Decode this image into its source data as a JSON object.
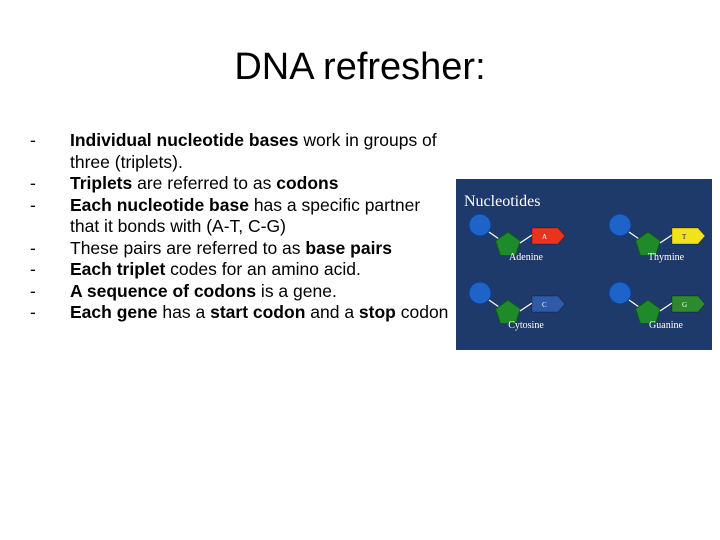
{
  "title": "DNA refresher:",
  "bullet_marker": "-",
  "bullets": [
    {
      "parts": [
        {
          "text": "Individual nucleotide bases",
          "bold": true
        },
        {
          "text": " work in groups of three (triplets).",
          "bold": false
        }
      ]
    },
    {
      "parts": [
        {
          "text": "Triplets",
          "bold": true
        },
        {
          "text": " are referred to as ",
          "bold": false
        },
        {
          "text": "codons",
          "bold": true
        }
      ]
    },
    {
      "parts": [
        {
          "text": "Each nucleotide base",
          "bold": true
        },
        {
          "text": " has a specific partner that it bonds with (A-T, C-G)",
          "bold": false
        }
      ]
    },
    {
      "parts": [
        {
          "text": "These pairs are referred to as ",
          "bold": false
        },
        {
          "text": "base pairs",
          "bold": true
        }
      ]
    },
    {
      "parts": [
        {
          "text": "Each triplet",
          "bold": true
        },
        {
          "text": " codes for an amino acid.",
          "bold": false
        }
      ]
    },
    {
      "parts": [
        {
          "text": "A sequence of codons",
          "bold": true
        },
        {
          "text": " is a gene.",
          "bold": false
        }
      ]
    },
    {
      "parts": [
        {
          "text": "Each gene",
          "bold": true
        },
        {
          "text": " has a ",
          "bold": false
        },
        {
          "text": "start codon",
          "bold": true
        },
        {
          "text": " and a ",
          "bold": false
        },
        {
          "text": "stop",
          "bold": true
        },
        {
          "text": " codon",
          "bold": false
        }
      ]
    }
  ],
  "figure": {
    "heading": "Nucleotides",
    "background": "#1d3a6b",
    "nucleotides": [
      {
        "name": "Adenine",
        "letter": "A",
        "tag_color": "#e8341c",
        "tag_text_color": "#ffffff"
      },
      {
        "name": "Thymine",
        "letter": "T",
        "tag_color": "#f2e21a",
        "tag_text_color": "#222222"
      },
      {
        "name": "Cytosine",
        "letter": "C",
        "tag_color": "#2f5aa8",
        "tag_text_color": "#ffffff"
      },
      {
        "name": "Guanine",
        "letter": "G",
        "tag_color": "#2f8a2f",
        "tag_text_color": "#ffffff"
      }
    ],
    "colors": {
      "phosphate": "#1e63c8",
      "sugar": "#1f8a2a",
      "label": "#ffffff"
    }
  }
}
